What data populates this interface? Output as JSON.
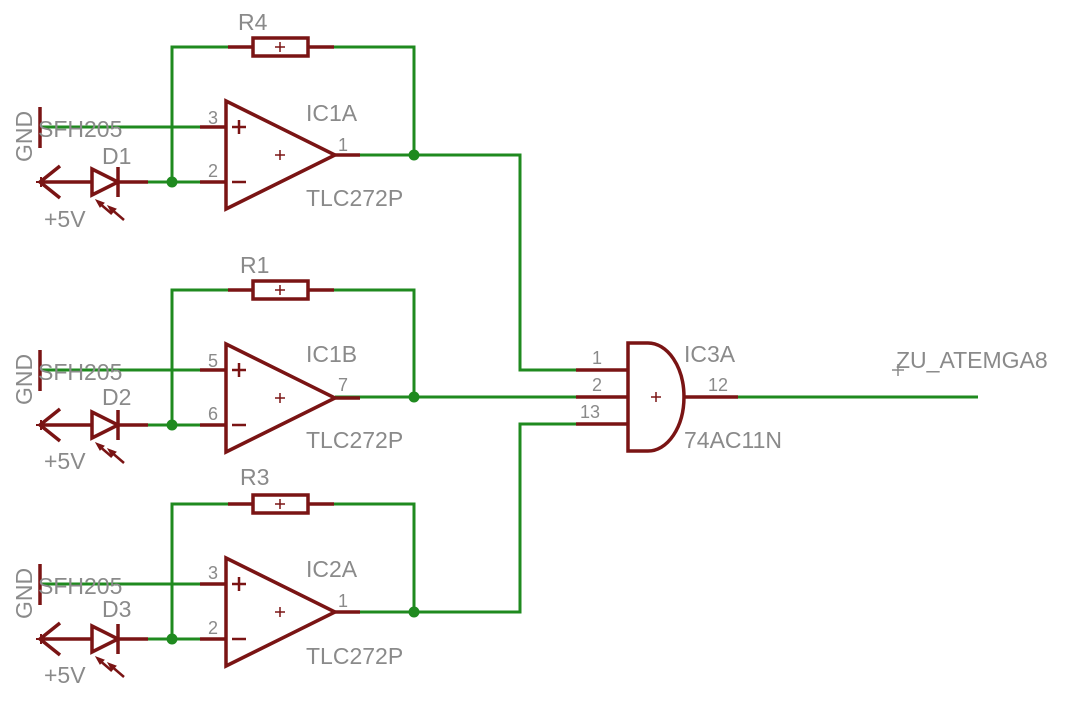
{
  "stages": [
    {
      "resistor": "R4",
      "opamp": "IC1A",
      "opamp_part": "TLC272P",
      "diode": "D1",
      "sensor": "SFH205",
      "gnd": "GND",
      "supply": "+5V",
      "pin_plus": "3",
      "pin_minus": "2",
      "pin_out": "1"
    },
    {
      "resistor": "R1",
      "opamp": "IC1B",
      "opamp_part": "TLC272P",
      "diode": "D2",
      "sensor": "SFH205",
      "gnd": "GND",
      "supply": "+5V",
      "pin_plus": "5",
      "pin_minus": "6",
      "pin_out": "7"
    },
    {
      "resistor": "R3",
      "opamp": "IC2A",
      "opamp_part": "TLC272P",
      "diode": "D3",
      "sensor": "SFH205",
      "gnd": "GND",
      "supply": "+5V",
      "pin_plus": "3",
      "pin_minus": "2",
      "pin_out": "1"
    }
  ],
  "gate": {
    "name": "IC3A",
    "part": "74AC11N",
    "pin_in1": "1",
    "pin_in2": "2",
    "pin_in3": "13",
    "pin_out": "12"
  },
  "output_net": "ZU_ATEMGA8",
  "colors": {
    "wire": "#1f8a1f",
    "symbol": "#7a1414",
    "label": "#8a8a8a"
  }
}
